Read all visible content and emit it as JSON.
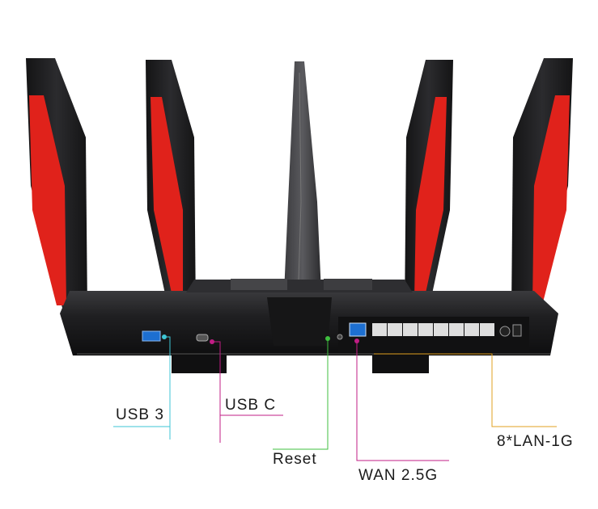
{
  "labels": {
    "usb3": "USB 3",
    "usbc": "USB C",
    "reset": "Reset",
    "wan": "WAN 2.5G",
    "lan": "8*LAN-1G"
  },
  "colors": {
    "usb3": "#3ec6d6",
    "usbc": "#c21d85",
    "reset": "#3fbf3f",
    "wan": "#c21d85",
    "lan": "#e0a020",
    "antenna_red": "#e0221b",
    "body_dark": "#1c1c1e"
  }
}
